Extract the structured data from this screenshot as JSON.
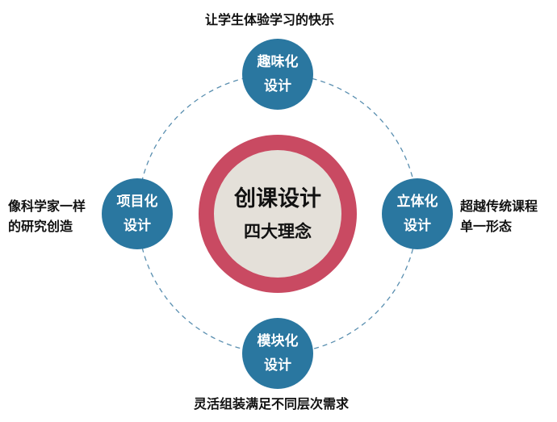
{
  "center": {
    "title": "创课设计",
    "subtitle": "四大理念"
  },
  "nodes": [
    {
      "line1": "趣味化",
      "line2": "设计",
      "caption": "让学生体验学习的快乐"
    },
    {
      "line1": "立体化",
      "line2": "设计",
      "caption1": "超越传统课程",
      "caption2": "单一形态"
    },
    {
      "line1": "模块化",
      "line2": "设计",
      "caption": "灵活组装满足不同层次需求"
    },
    {
      "line1": "项目化",
      "line2": "设计",
      "caption1": "像科学家一样",
      "caption2": "的研究创造"
    }
  ],
  "colors": {
    "node": "#2a77a0",
    "ring": "#c94a62",
    "inner": "#e4e0d9"
  }
}
